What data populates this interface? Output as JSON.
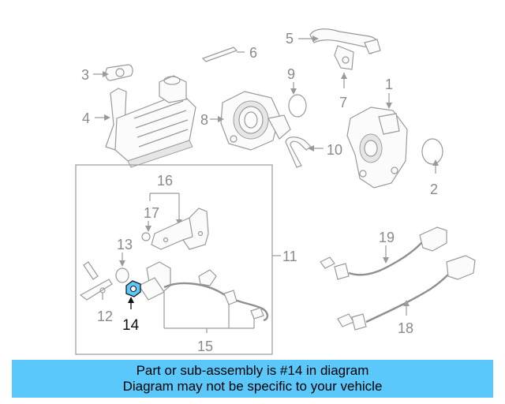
{
  "callouts": {
    "c1": "1",
    "c2": "2",
    "c3": "3",
    "c4": "4",
    "c5": "5",
    "c6": "6",
    "c7": "7",
    "c8": "8",
    "c9": "9",
    "c10": "10",
    "c11": "11",
    "c12": "12",
    "c13": "13",
    "c14": "14",
    "c15": "15",
    "c16": "16",
    "c17": "17",
    "c18": "18",
    "c19": "19"
  },
  "highlight": {
    "part_number": "14",
    "color": "#5ac8fa"
  },
  "banner": {
    "line1": "Part or sub-assembly is #14 in diagram",
    "line2": "Diagram may not be specific to your vehicle",
    "color": "#5ac8fa"
  }
}
